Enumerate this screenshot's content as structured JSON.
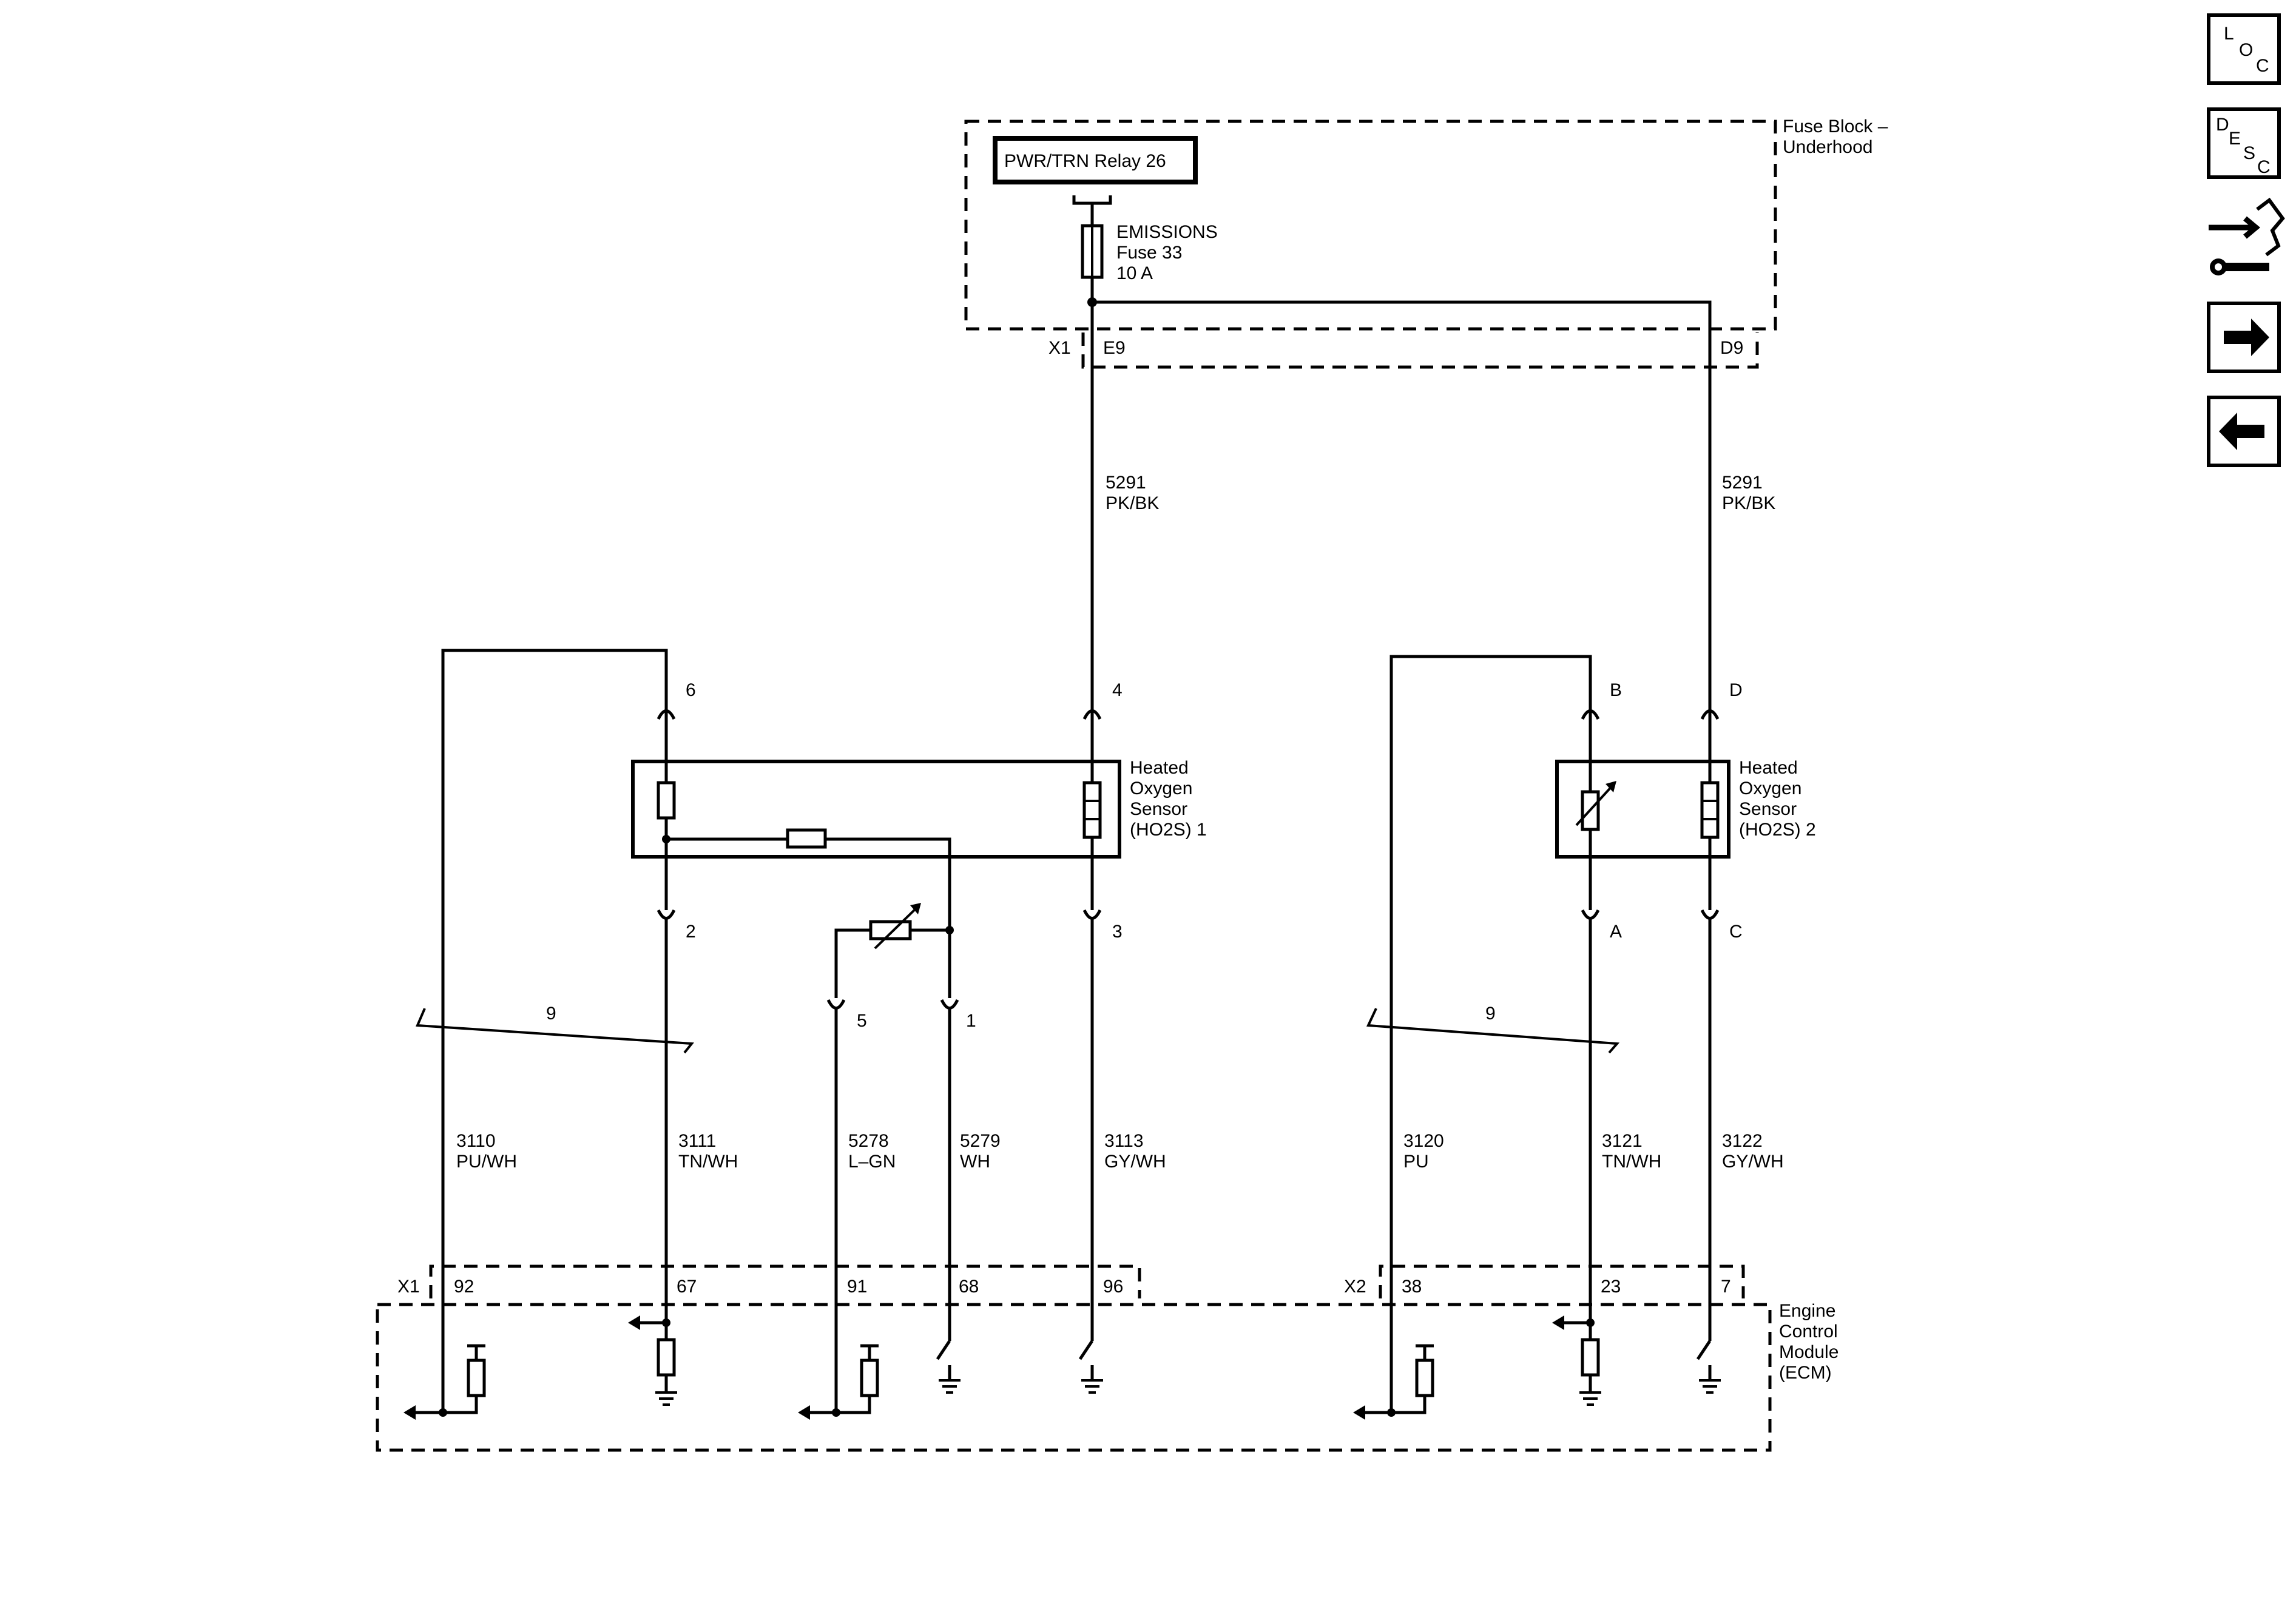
{
  "nav": {
    "loc": {
      "l": "L",
      "o": "O",
      "c": "C"
    },
    "desc": {
      "d": "D",
      "e": "E",
      "s": "S",
      "c": "C"
    },
    "next_icon": "arrow-right-icon",
    "prev_icon": "arrow-left-icon",
    "connector_icon": "connector-wrench-icon"
  },
  "fuse_block": {
    "title_line1": "Fuse Block –",
    "title_line2": "Underhood",
    "relay": "PWR/TRN Relay 26",
    "fuse_line1": "EMISSIONS",
    "fuse_line2": "Fuse 33",
    "fuse_line3": "10 A",
    "conn": "X1",
    "pin_left": "E9",
    "pin_right": "D9"
  },
  "wires_top": {
    "left": {
      "circuit": "5291",
      "color": "PK/BK"
    },
    "right": {
      "circuit": "5291",
      "color": "PK/BK"
    }
  },
  "sensor1": {
    "line1": "Heated",
    "line2": "Oxygen",
    "line3": "Sensor",
    "line4": "(HO2S) 1",
    "pin_top_left": "6",
    "pin_top_right": "4",
    "pin_bot_left": "2",
    "pin_bot_right": "3",
    "pin_5": "5",
    "pin_1": "1",
    "twist": "9"
  },
  "sensor2": {
    "line1": "Heated",
    "line2": "Oxygen",
    "line3": "Sensor",
    "line4": "(HO2S) 2",
    "pin_top_left": "B",
    "pin_top_right": "D",
    "pin_bot_left": "A",
    "pin_bot_right": "C",
    "twist": "9"
  },
  "wires_bottom": [
    {
      "circuit": "3110",
      "color": "PU/WH"
    },
    {
      "circuit": "3111",
      "color": "TN/WH"
    },
    {
      "circuit": "5278",
      "color": "L–GN"
    },
    {
      "circuit": "5279",
      "color": "WH"
    },
    {
      "circuit": "3113",
      "color": "GY/WH"
    },
    {
      "circuit": "3120",
      "color": "PU"
    },
    {
      "circuit": "3121",
      "color": "TN/WH"
    },
    {
      "circuit": "3122",
      "color": "GY/WH"
    }
  ],
  "ecm": {
    "line1": "Engine",
    "line2": "Control",
    "line3": "Module",
    "line4": "(ECM)",
    "x1": "X1",
    "x2": "X2",
    "pins": [
      "92",
      "67",
      "91",
      "68",
      "96",
      "38",
      "23",
      "7"
    ]
  }
}
